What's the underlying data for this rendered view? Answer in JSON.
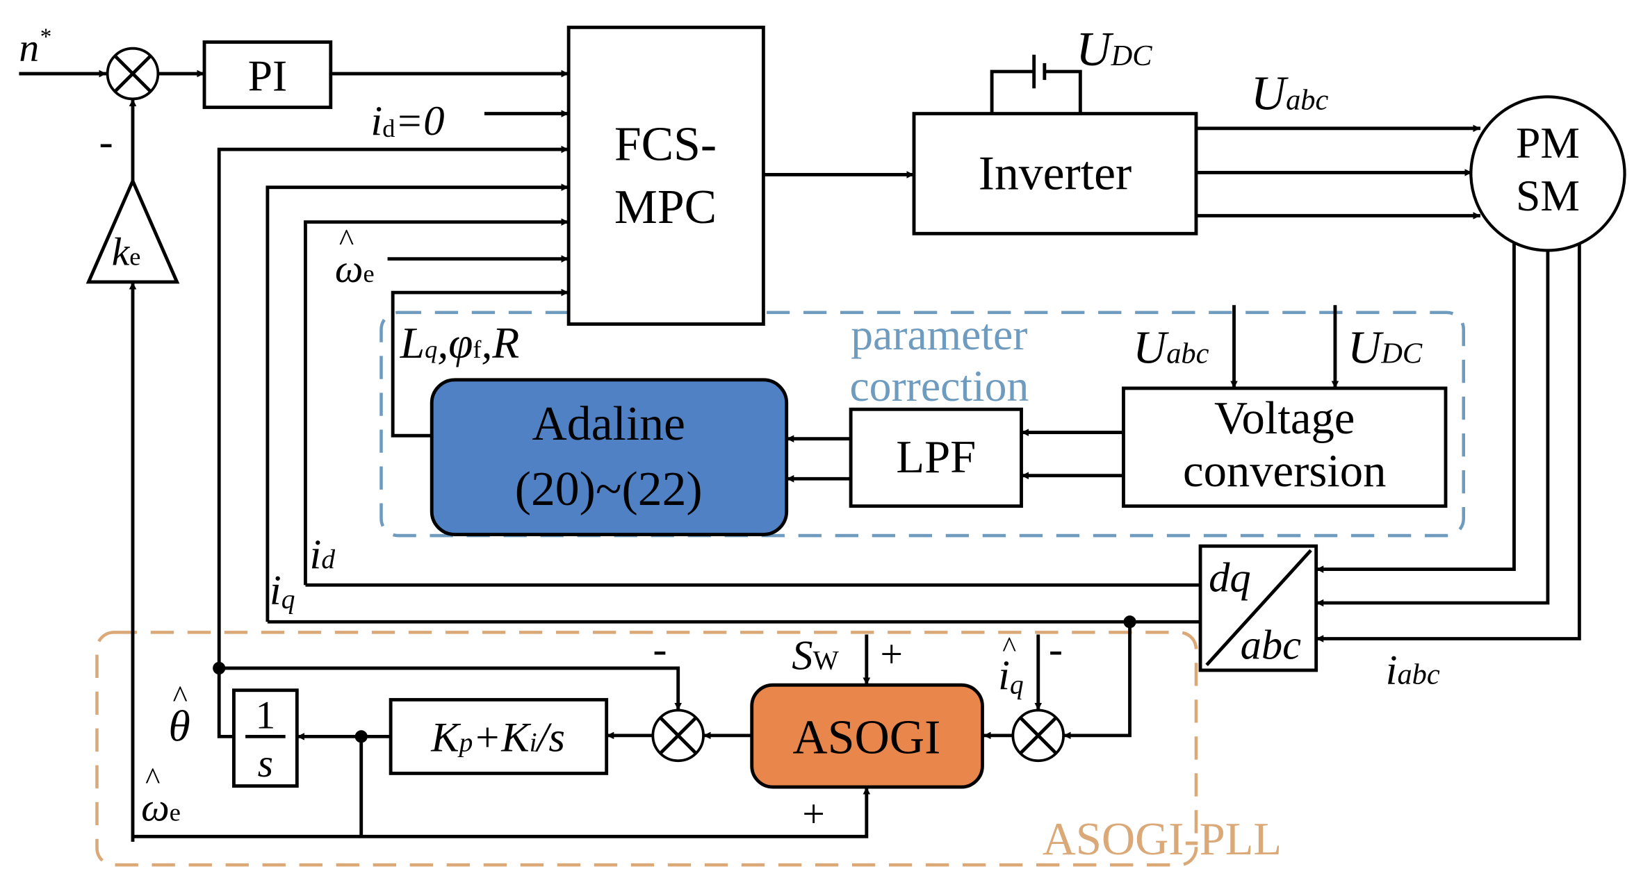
{
  "colors": {
    "adaline_fill": "#4f81c4",
    "asogi_fill": "#e9864b",
    "parameter_region": "#6f9bbf",
    "pll_region": "#dba877"
  },
  "inputs": {
    "speed_ref": "n",
    "speed_ref_sup": "*",
    "id_ref": "=0",
    "id_ref_sub": "d",
    "minus": "-",
    "ke": "k",
    "ke_sub": "e"
  },
  "blocks": {
    "pi": "PI",
    "fcs_mpc_line1": "FCS-",
    "fcs_mpc_line2": "MPC",
    "inverter": "Inverter",
    "pmsm_line1": "PM",
    "pmsm_line2": "SM",
    "adaline_line1": "Adaline",
    "adaline_line2": "(20)~(22)",
    "lpf": "LPF",
    "voltage_line1": "Voltage",
    "voltage_line2": "conversion",
    "dq": "dq",
    "abc": "abc",
    "asogi": "ASOGI",
    "pi_pll": "K",
    "pi_pll_p": "p",
    "pi_pll_plus": "+K",
    "pi_pll_i": "i",
    "pi_pll_s": "/s",
    "integrator_num": "1",
    "integrator_den": "s"
  },
  "signals": {
    "udc": "U",
    "udc_sub": "DC",
    "uabc": "U",
    "uabc_sub": "abc",
    "omega_e": "ω",
    "omega_e_sub": "e",
    "hat": "^",
    "params_lq": "L",
    "params_lq_sub": "q",
    "params_phi": ",φ",
    "params_phi_sub": "f",
    "params_r": ",R",
    "i_letter": "i",
    "id_sub": "d",
    "iq_sub": "q",
    "iabc_sub": "abc",
    "sw": "S",
    "sw_sub": "W",
    "plus": "+",
    "theta": "θ"
  },
  "regions": {
    "parameter_line1": "parameter",
    "parameter_line2": "correction",
    "pll": "ASOGI-PLL"
  }
}
